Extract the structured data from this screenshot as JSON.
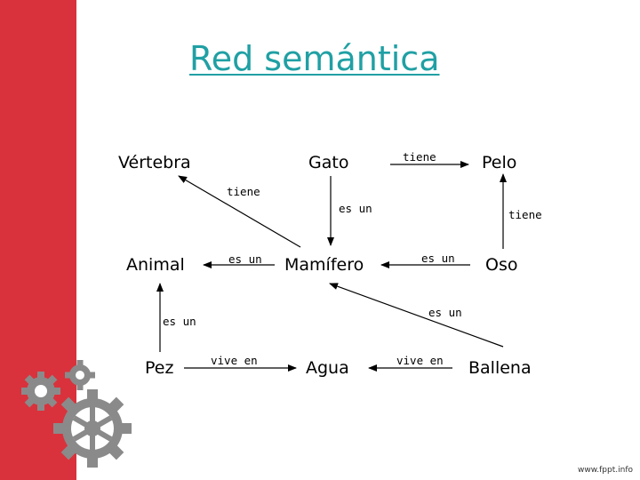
{
  "slide": {
    "title": "Red semántica",
    "footer": "www.fppt.info",
    "accent_color": "#d9323c",
    "title_color": "#20a0a4"
  },
  "diagram": {
    "nodes": {
      "vertebra": "Vértebra",
      "gato": "Gato",
      "pelo": "Pelo",
      "animal": "Animal",
      "mamifero": "Mamífero",
      "oso": "Oso",
      "pez": "Pez",
      "agua": "Agua",
      "ballena": "Ballena"
    },
    "relations": {
      "gato_tiene_pelo": "tiene",
      "mamifero_tiene_vertebra": "tiene",
      "gato_es_un_mamifero": "es un",
      "oso_tiene_pelo": "tiene",
      "mamifero_es_un_animal": "es un",
      "oso_es_un_mamifero": "es un",
      "ballena_es_un_mamifero": "es un",
      "pez_es_un_animal": "es un",
      "pez_vive_en_agua": "vive en",
      "ballena_vive_en_agua": "vive en"
    }
  }
}
